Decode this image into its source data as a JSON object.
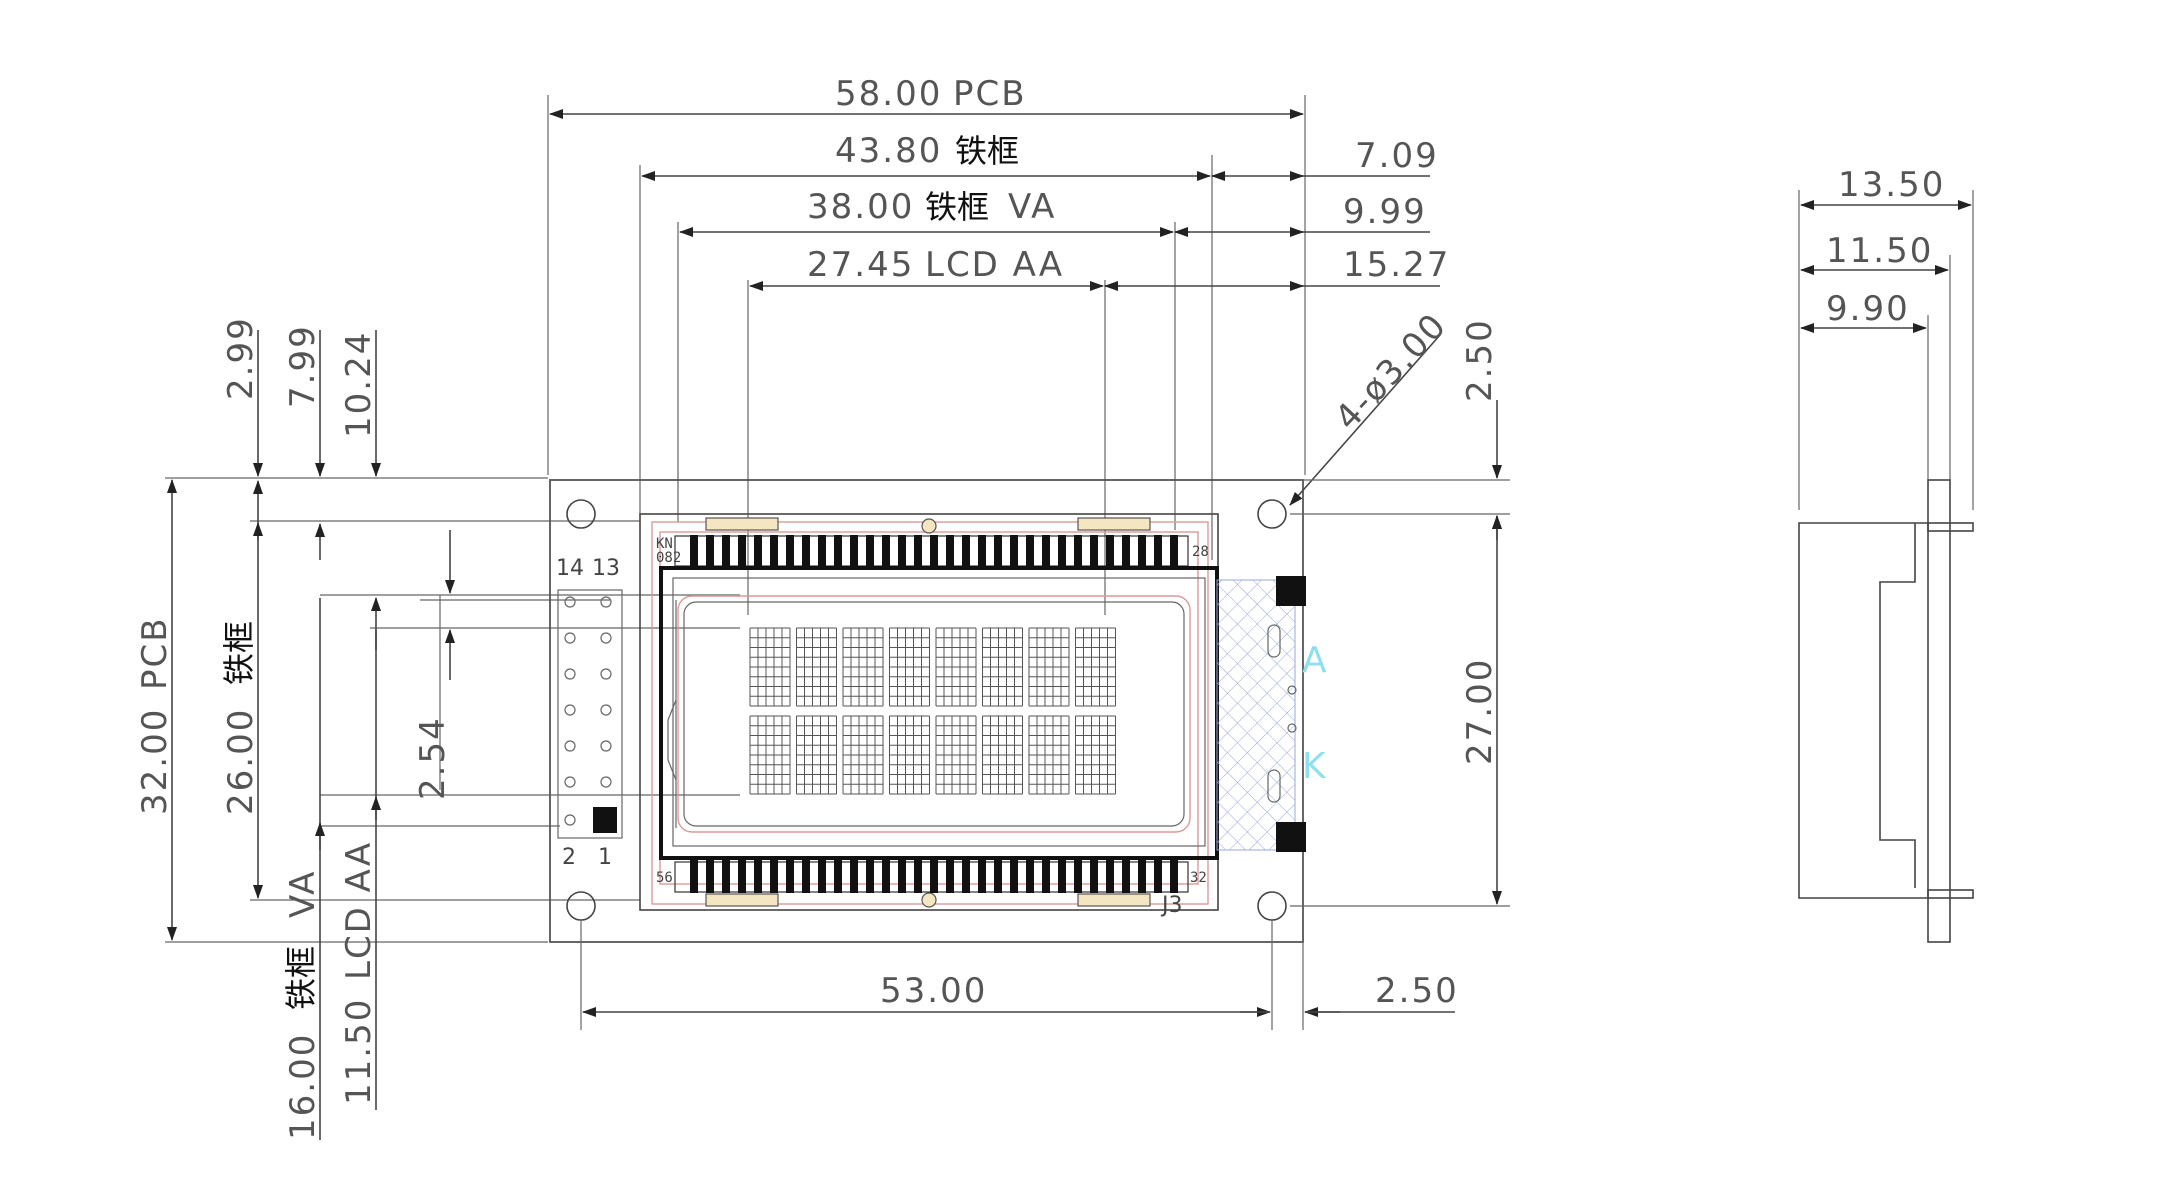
{
  "top_dimensions": {
    "pcb": {
      "value": "58.00",
      "label": "PCB"
    },
    "frame": {
      "value": "43.80",
      "label": "铁框"
    },
    "va": {
      "value": "38.00",
      "label_cn": "铁框",
      "label": "VA"
    },
    "aa": {
      "value": "27.45",
      "label": "LCD AA"
    },
    "right_offsets": [
      "7.09",
      "9.99",
      "15.27"
    ]
  },
  "left_dimensions": {
    "offsets": [
      "2.99",
      "7.99",
      "10.24"
    ],
    "pcb": {
      "value": "32.00",
      "label": "PCB"
    },
    "frame": {
      "value": "26.00",
      "label": "铁框"
    },
    "pitch": "2.54",
    "va": {
      "value": "16.00",
      "label_cn": "铁框",
      "label": "VA"
    },
    "aa": {
      "value": "11.50",
      "label": "LCD AA"
    }
  },
  "right_dimensions": {
    "top_offset": "2.50",
    "hole_spacing": "27.00"
  },
  "bottom_dimensions": {
    "hole_spacing": "53.00",
    "edge_offset": "2.50"
  },
  "hole_callout": "4-ø3.00",
  "connector_pins": {
    "top_left": "14",
    "top_right": "13",
    "bottom_left": "2",
    "bottom_right": "1"
  },
  "backlight_labels": {
    "anode": "A",
    "cathode": "K"
  },
  "board_marks": {
    "top_left": "KN",
    "top_left2": "082",
    "top_right": "28",
    "bottom_left": "56",
    "bottom_right": "32",
    "connector": "J3"
  },
  "side_view": {
    "depths": [
      "13.50",
      "11.50",
      "9.90"
    ]
  },
  "colors": {
    "lines": "#444444",
    "heavy": "#111111",
    "outline_red": "#dd9999",
    "backlight_text": "#8fe0ee",
    "hatch": "#9aa8d8"
  }
}
